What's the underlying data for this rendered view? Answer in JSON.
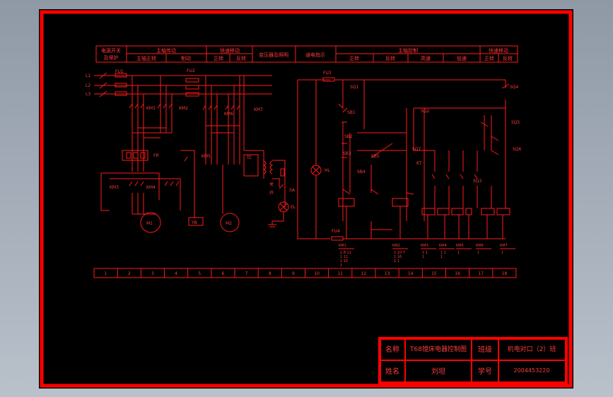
{
  "header_cells": [
    {
      "id": "h0",
      "lines": [
        "电源开关",
        "及保护"
      ]
    },
    {
      "id": "h1",
      "lines": [
        "主轴传动"
      ]
    },
    {
      "id": "h2",
      "lines": [
        "主轴正转"
      ]
    },
    {
      "id": "h3",
      "lines": [
        "制动"
      ]
    },
    {
      "id": "h4",
      "lines": [
        "快速移动"
      ]
    },
    {
      "id": "h5",
      "lines": [
        "正转"
      ]
    },
    {
      "id": "h6",
      "lines": [
        "反转"
      ]
    },
    {
      "id": "h7",
      "lines": [
        "变压器及照明"
      ]
    },
    {
      "id": "h8",
      "lines": [
        "通电指示"
      ]
    },
    {
      "id": "h9",
      "lines": [
        "主轴控制"
      ]
    },
    {
      "id": "h10",
      "lines": [
        "正转"
      ]
    },
    {
      "id": "h11",
      "lines": [
        "反转"
      ]
    },
    {
      "id": "h12",
      "lines": [
        "高速"
      ]
    },
    {
      "id": "h13",
      "lines": [
        "低速"
      ]
    },
    {
      "id": "h14",
      "lines": [
        "快速移动"
      ]
    },
    {
      "id": "h15",
      "lines": [
        "正转"
      ]
    },
    {
      "id": "h16",
      "lines": [
        "反转"
      ]
    }
  ],
  "column_numbers": [
    "1",
    "2",
    "3",
    "4",
    "5",
    "6",
    "7",
    "8",
    "9",
    "10",
    "11",
    "12",
    "13",
    "14",
    "15",
    "16",
    "17",
    "18"
  ],
  "labels": {
    "line_labels": [
      "L1",
      "L2",
      "L3"
    ],
    "fuses": [
      "FU1",
      "FU2",
      "FU3",
      "FU4"
    ],
    "contactors": [
      "KM1",
      "KM2",
      "KM3",
      "KM4",
      "KM5",
      "KM6",
      "KM7"
    ],
    "relays": [
      "FR",
      "KT"
    ],
    "motors": [
      "M1",
      "M2"
    ],
    "others": [
      "YB",
      "TC",
      "SA",
      "EL",
      "HL",
      "SB1",
      "SB2",
      "SB3",
      "SB4",
      "SB5",
      "SQ1",
      "SQ2",
      "SQ3",
      "SQ4",
      "SQ5",
      "SQ6",
      "SQ7"
    ],
    "switch_text": [
      "关",
      "开"
    ]
  },
  "contact_tables": [
    {
      "title": "KM1",
      "rows": [
        "1 8 11",
        "1 11",
        "1 10",
        "1"
      ]
    },
    {
      "title": "KM2",
      "rows": [
        "1 10 7",
        "1 16",
        "1 1"
      ]
    },
    {
      "title": "KM3",
      "rows": [
        "1 1",
        "1"
      ]
    },
    {
      "title": "KM4",
      "rows": [
        "1 1",
        "1"
      ]
    },
    {
      "title": "KM5",
      "rows": [
        "1"
      ]
    },
    {
      "title": "KM6",
      "rows": [
        "1"
      ]
    },
    {
      "title": "KM7",
      "rows": [
        "1"
      ]
    }
  ],
  "title_block": {
    "name_label": "名称",
    "name_value": "T68镗床电器控制图",
    "class_label": "班级",
    "class_value": "机电对口（2）班",
    "person_label": "姓名",
    "person_value": "刘坦",
    "id_label": "学号",
    "id_value": "2004453220"
  },
  "colors": {
    "line": "#ff1a1a",
    "frame": "#ff0000",
    "background": "#000000"
  }
}
